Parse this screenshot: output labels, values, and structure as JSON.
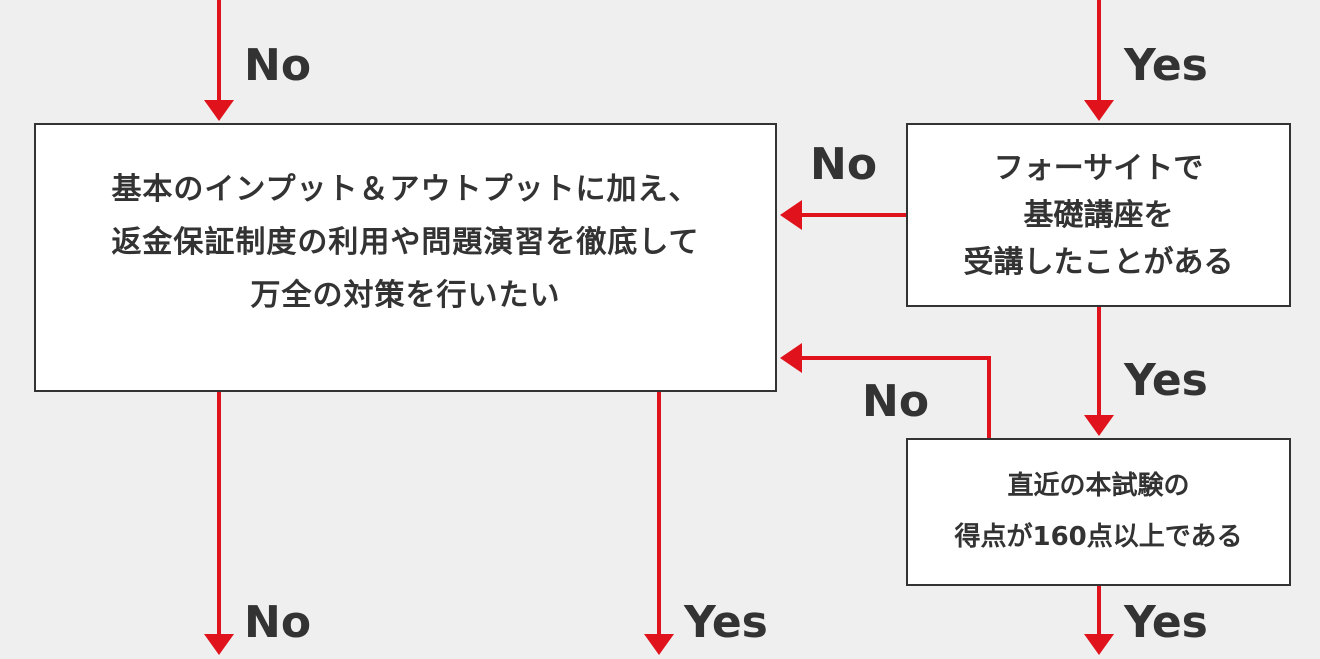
{
  "colors": {
    "background": "#efefef",
    "arrow": "#e0121b",
    "border": "#333333",
    "text": "#333333"
  },
  "boxes": {
    "main": "基本のインプット＆アウトプットに加え、\n返金保証制度の利用や問題演習を徹底して\n万全の対策を行いたい",
    "foresight": "フォーサイトで\n基礎講座を\n受講したことがある",
    "score": "直近の本試験の\n得点が160点以上である"
  },
  "labels": {
    "top_left_no": "No",
    "top_right_yes": "Yes",
    "mid_no": "No",
    "right_yes": "Yes",
    "lower_no": "No",
    "bottom_left_no": "No",
    "bottom_mid_yes": "Yes",
    "bottom_right_yes": "Yes"
  }
}
